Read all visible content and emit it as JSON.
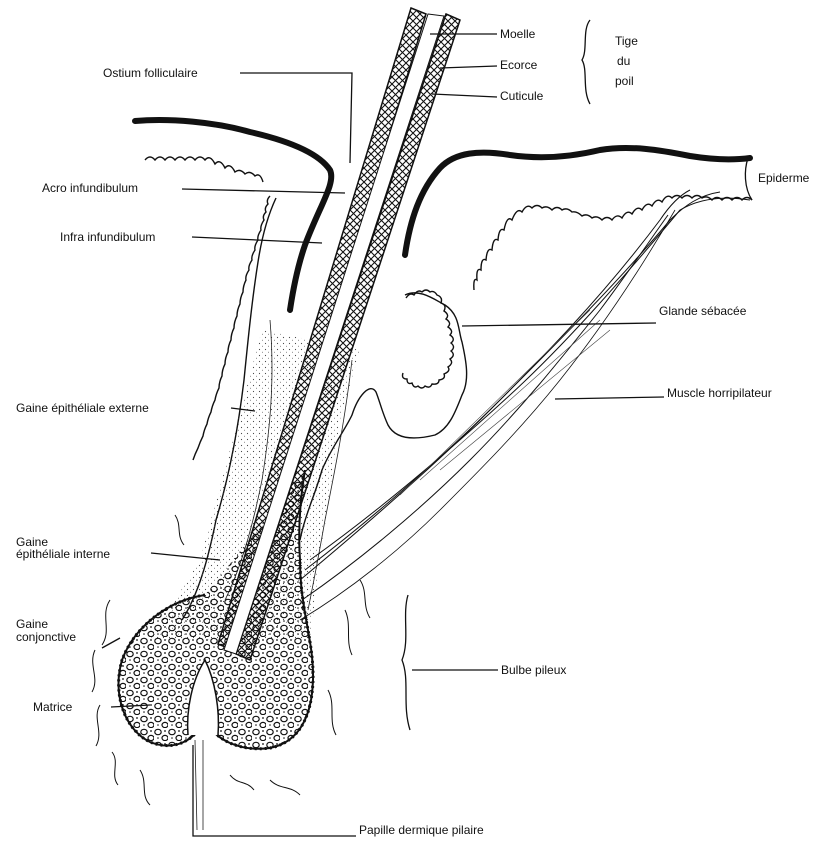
{
  "labels": {
    "ostium": "Ostium folliculaire",
    "acro": "Acro infundibulum",
    "infra": "Infra infundibulum",
    "gaine_ext": "Gaine épithéliale externe",
    "gaine_int_1": "Gaine",
    "gaine_int_2": "épithéliale interne",
    "gaine_conj_1": "Gaine",
    "gaine_conj_2": "conjonctive",
    "matrice": "Matrice",
    "papille": "Papille dermique pilaire",
    "moelle": "Moelle",
    "ecorce": "Ecorce",
    "cuticule": "Cuticule",
    "tige_1": "Tige",
    "tige_2": "du",
    "tige_3": "poil",
    "epiderme": "Epiderme",
    "glande": "Glande sébacée",
    "muscle": "Muscle horripilateur",
    "bulbe": "Bulbe pileux"
  }
}
